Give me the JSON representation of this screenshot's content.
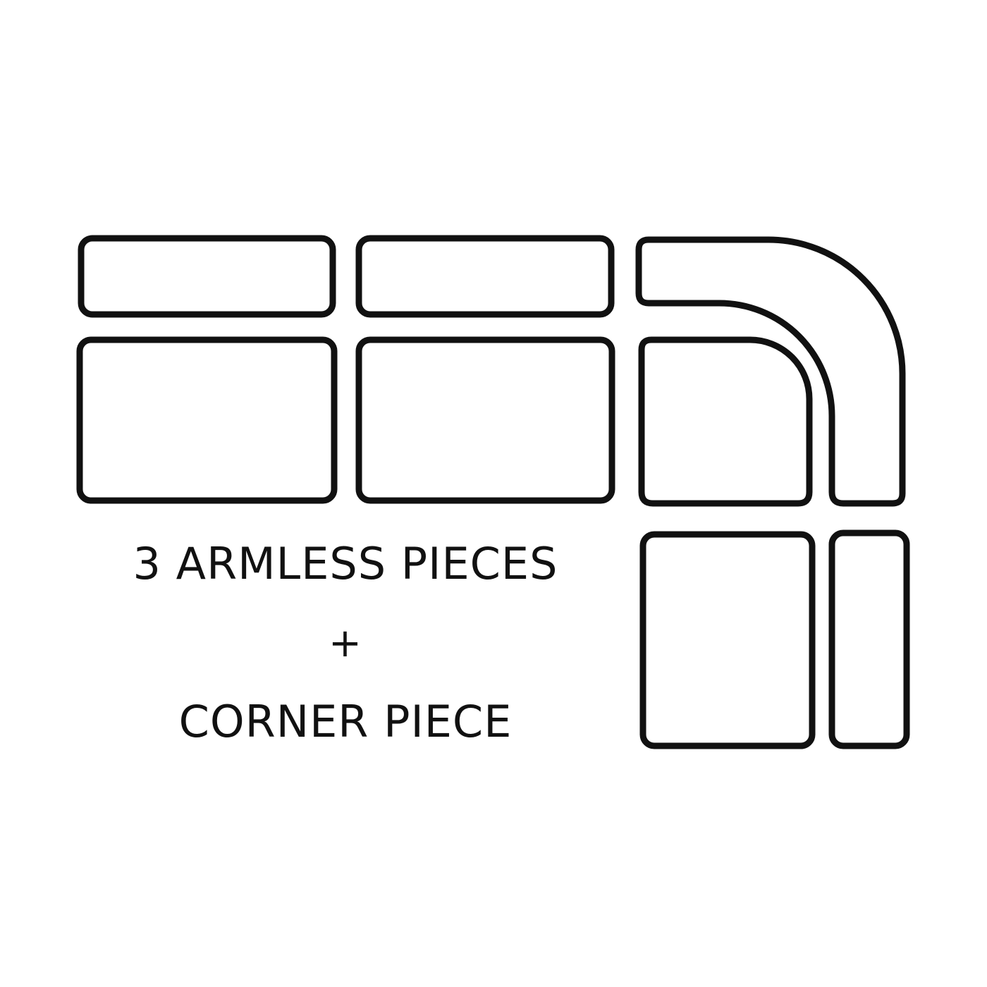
{
  "caption": {
    "line1": "3 ARMLESS PIECES",
    "plus": "+",
    "line2": "CORNER PIECE"
  },
  "colors": {
    "stroke": "#111111",
    "background": "#ffffff"
  },
  "pieces": [
    "armless-1-back-cushion",
    "armless-1-seat",
    "armless-2-back-cushion",
    "armless-2-seat",
    "corner-back-cushion",
    "corner-seat",
    "armless-3-seat",
    "armless-3-back-cushion"
  ]
}
